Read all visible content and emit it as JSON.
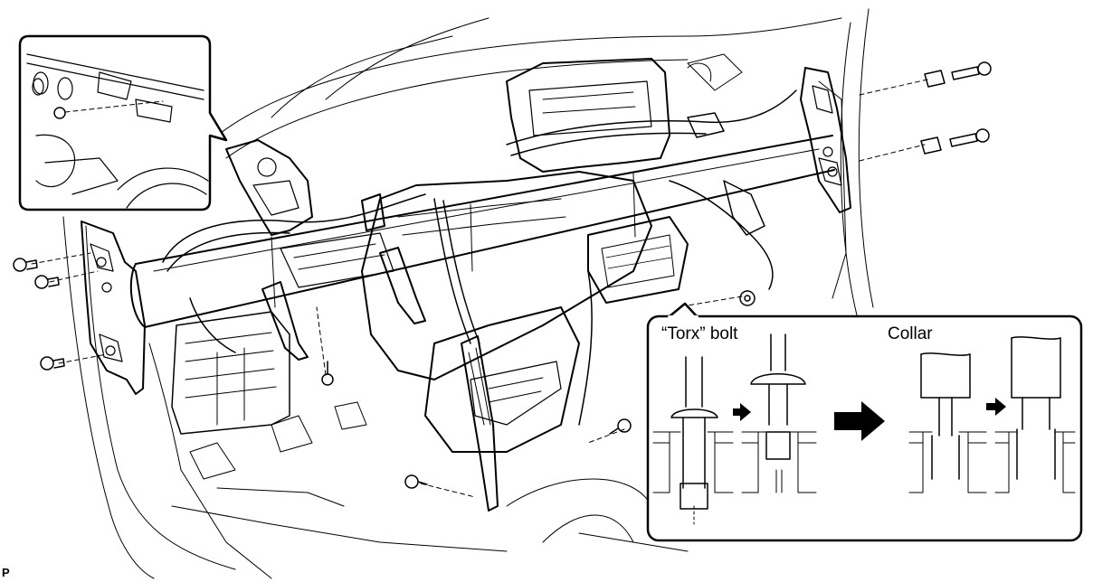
{
  "figure": {
    "callout_labels": {
      "torx_bolt": "“Torx” bolt",
      "collar": "Collar"
    },
    "figure_code": "P"
  },
  "colors": {
    "line": "#000000",
    "background": "#ffffff",
    "panel_border": "#000000"
  },
  "icons": [
    "arrow-right-icon",
    "bolt-icon",
    "collar-icon",
    "nut-icon"
  ]
}
